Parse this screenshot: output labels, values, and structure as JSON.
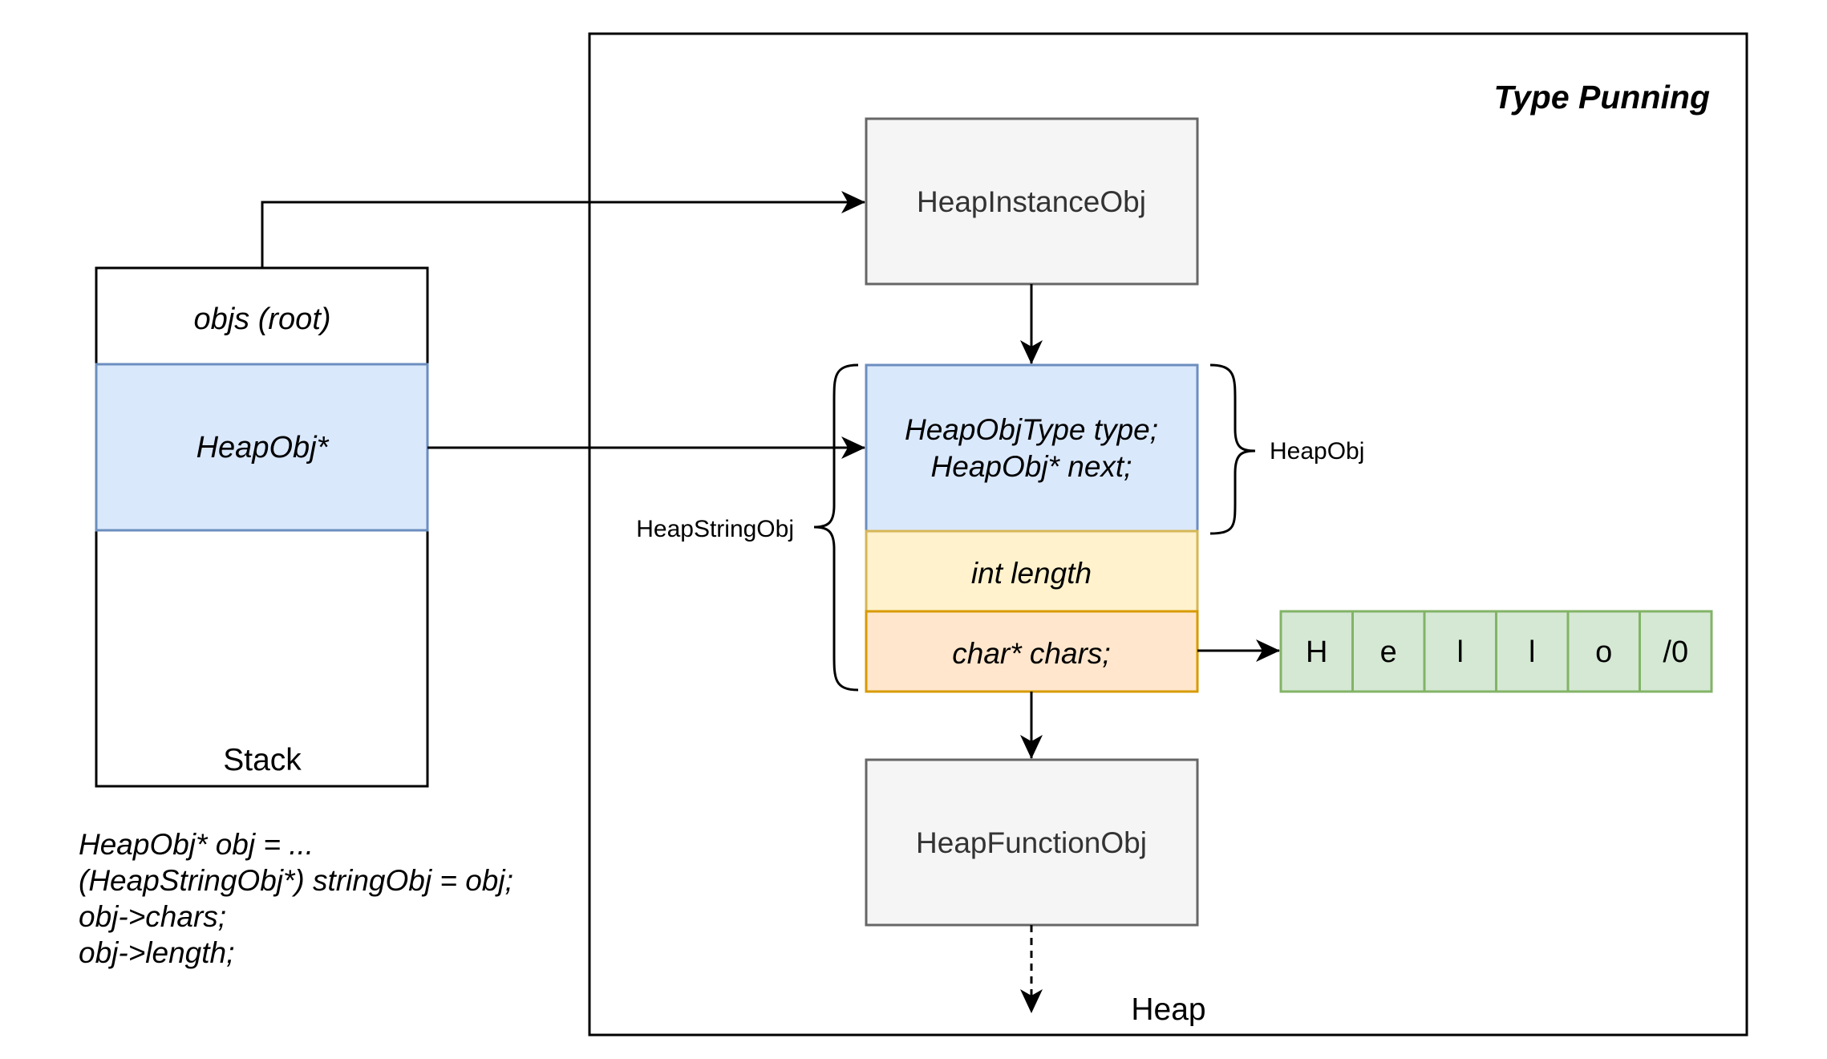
{
  "title": "Type Punning",
  "stack": {
    "label": "Stack",
    "rows": [
      "objs (root)",
      "HeapObj*"
    ]
  },
  "heap": {
    "label": "Heap",
    "instance_obj": "HeapInstanceObj",
    "heap_obj_fields": [
      "HeapObjType type;",
      "HeapObj* next;"
    ],
    "length_field": "int length",
    "chars_field": "char* chars;",
    "function_obj": "HeapFunctionObj",
    "brace_heapobj": "HeapObj",
    "brace_heapstringobj": "HeapStringObj",
    "chars": [
      "H",
      "e",
      "l",
      "l",
      "o",
      "/0"
    ]
  },
  "code": [
    "HeapObj* obj = ...",
    "(HeapStringObj*) stringObj = obj;",
    "obj->chars;",
    "obj->length;"
  ],
  "colors": {
    "gray_fill": "#f5f5f5",
    "gray_stroke": "#666666",
    "blue_fill": "#dae8fc",
    "blue_stroke": "#6c8ebf",
    "yellow_fill": "#fff2cc",
    "yellow_stroke": "#d6b656",
    "orange_fill": "#ffe6cc",
    "orange_stroke": "#d79b00",
    "green_fill": "#d5e8d4",
    "green_stroke": "#82b366"
  }
}
